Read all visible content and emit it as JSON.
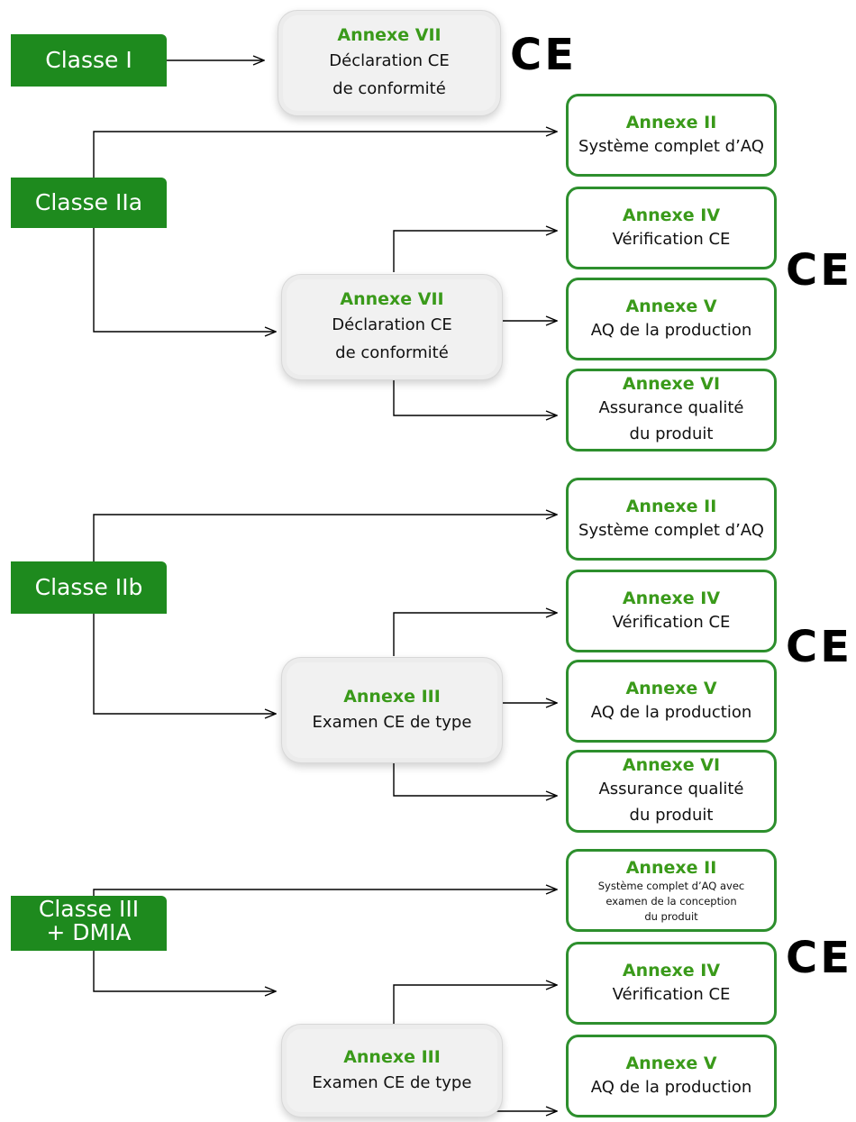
{
  "classes": {
    "c1": "Classe I",
    "c2a": "Classe IIa",
    "c2b": "Classe IIb",
    "c3_line1": "Classe III",
    "c3_line2": "+ DMIA"
  },
  "gray_boxes": {
    "g1": {
      "title": "Annexe VII",
      "line1": "Déclaration CE",
      "line2": "de conformité"
    },
    "g2": {
      "title": "Annexe VII",
      "line1": "Déclaration CE",
      "line2": "de conformité"
    },
    "g3": {
      "title": "Annexe III",
      "line1": "Examen CE de type"
    },
    "g4": {
      "title": "Annexe III",
      "line1": "Examen CE de type"
    }
  },
  "annex_boxes": {
    "a_iia_1": {
      "title": "Annexe II",
      "line1": "Système complet d’AQ"
    },
    "a_iia_2": {
      "title": "Annexe IV",
      "line1": "Vérification CE"
    },
    "a_iia_3": {
      "title": "Annexe V",
      "line1": "AQ de la production"
    },
    "a_iia_4": {
      "title": "Annexe VI",
      "line1": "Assurance qualité",
      "line2": "du produit"
    },
    "a_iib_1": {
      "title": "Annexe II",
      "line1": "Système complet d’AQ"
    },
    "a_iib_2": {
      "title": "Annexe IV",
      "line1": "Vérification CE"
    },
    "a_iib_3": {
      "title": "Annexe V",
      "line1": "AQ de la production"
    },
    "a_iib_4": {
      "title": "Annexe VI",
      "line1": "Assurance qualité",
      "line2": "du produit"
    },
    "a_iii_1": {
      "title": "Annexe II",
      "line1": "Système complet d’AQ avec",
      "line2": "examen de la conception",
      "line3": "du produit"
    },
    "a_iii_2": {
      "title": "Annexe IV",
      "line1": "Vérification CE"
    },
    "a_iii_3": {
      "title": "Annexe V",
      "line1": "AQ de la production"
    }
  },
  "ce_mark": "CE",
  "colors": {
    "class_green": "#1e8a1e",
    "annex_title_green": "#3a9a1a",
    "annex_border_green": "#2d8f2d",
    "line": "#000000"
  }
}
